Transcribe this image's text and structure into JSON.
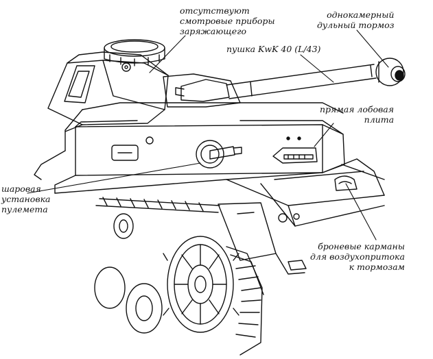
{
  "labels": {
    "periscopes": [
      "отсутствуют",
      "смотровые приборы",
      "заряжающего"
    ],
    "muzzle_brake": [
      "однокамерный",
      "дульный тормоз"
    ],
    "gun": "пушка KwK 40 (L/43)",
    "front_plate": [
      "прямая лобовая",
      "плита"
    ],
    "mg_mount": [
      "шаровая",
      "установка",
      "пулемета"
    ],
    "brake_pockets": [
      "броневые карманы",
      "для воздухопритока",
      "к тормозам"
    ]
  },
  "colors": {
    "ink": "#111111",
    "paper": "#ffffff"
  }
}
